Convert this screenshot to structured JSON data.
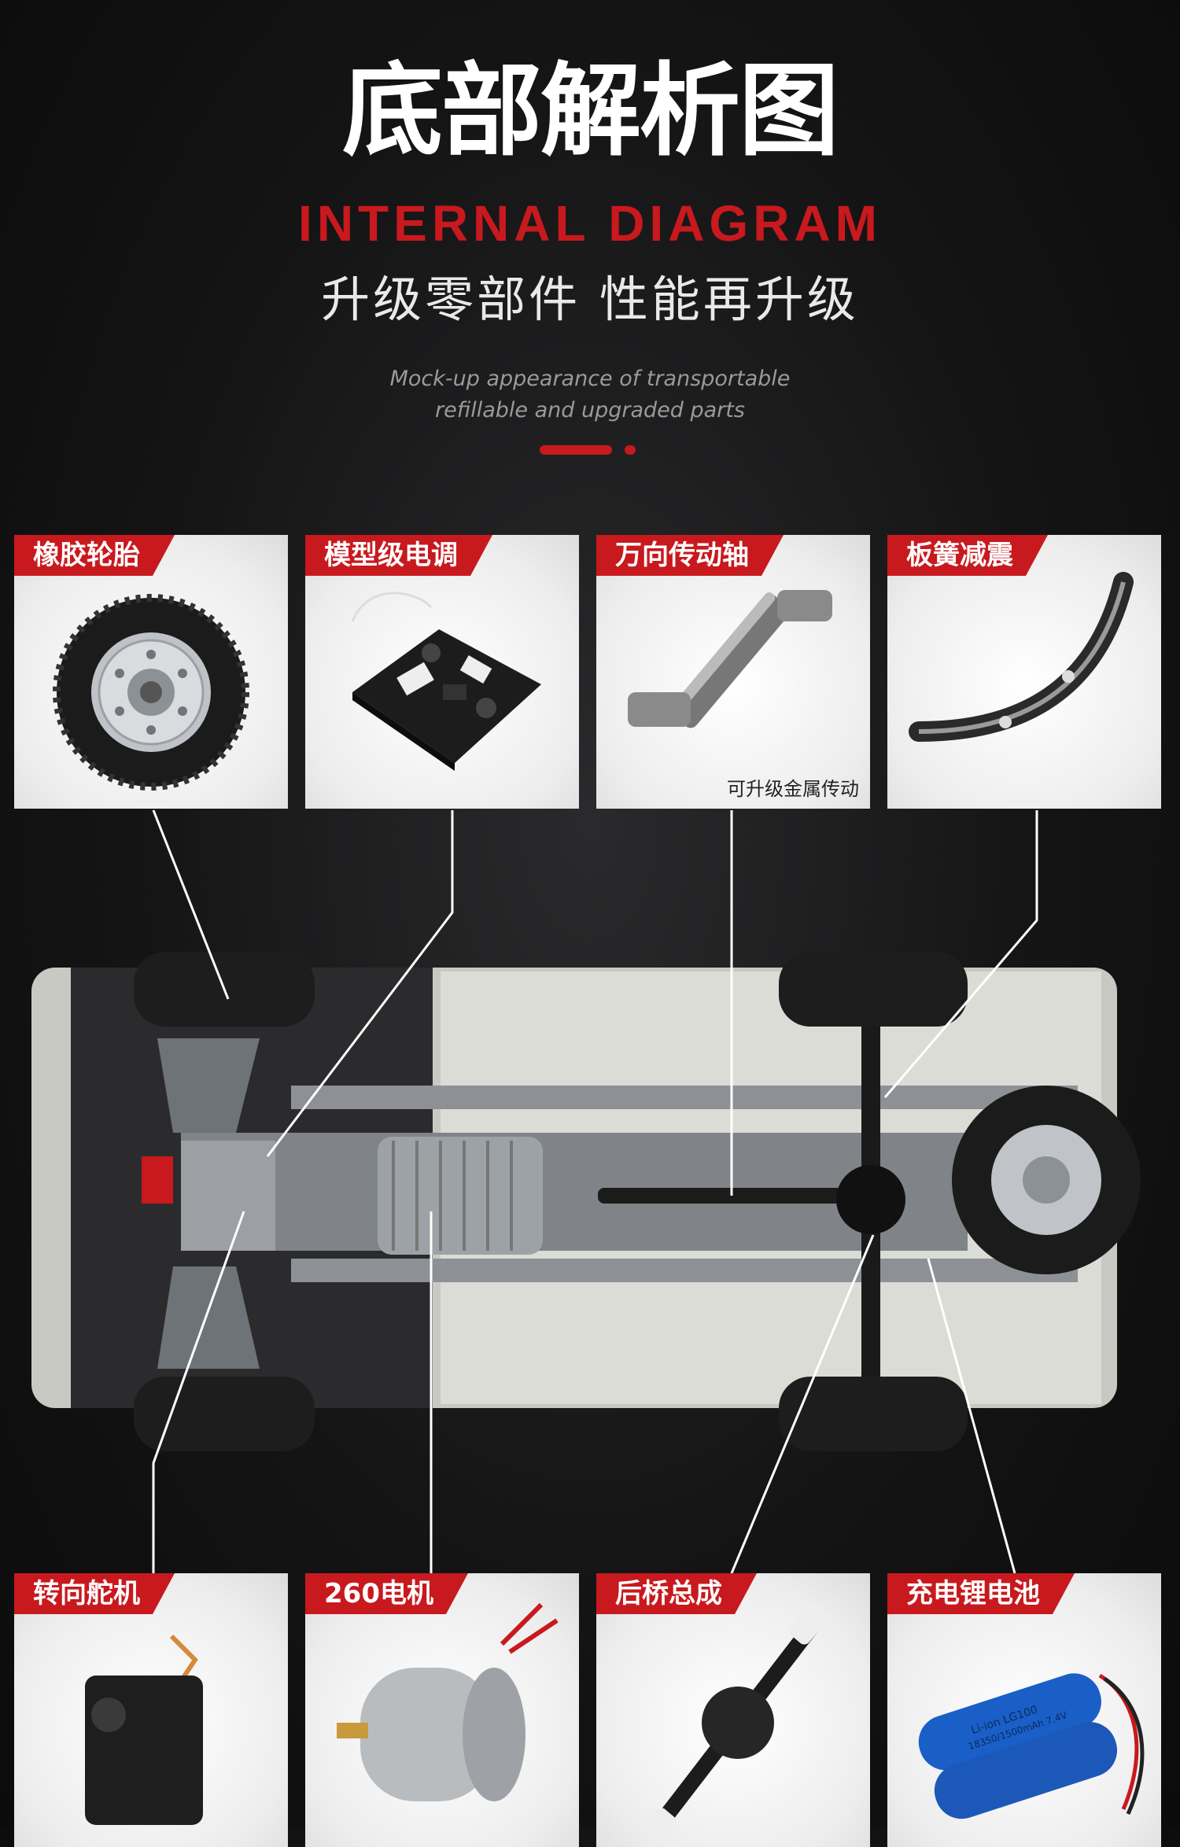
{
  "header": {
    "title_cn": "底部解析图",
    "title_en": "INTERNAL DIAGRAM",
    "subtitle_cn": "升级零部件 性能再升级",
    "desc_en_line1": "Mock-up appearance of transportable",
    "desc_en_line2": "refillable and upgraded parts"
  },
  "colors": {
    "accent": "#c8191e",
    "background": "#141415",
    "card_bg": "#ededed"
  },
  "top_parts": [
    {
      "label": "橡胶轮胎",
      "icon": "tire-icon"
    },
    {
      "label": "模型级电调",
      "icon": "esc-board-icon"
    },
    {
      "label": "万向传动轴",
      "icon": "drive-shaft-icon",
      "note": "可升级金属传动"
    },
    {
      "label": "板簧减震",
      "icon": "leaf-spring-icon"
    }
  ],
  "bottom_parts": [
    {
      "label": "转向舵机",
      "icon": "servo-icon"
    },
    {
      "label": "260电机",
      "icon": "motor-icon"
    },
    {
      "label": "后桥总成",
      "icon": "rear-axle-icon"
    },
    {
      "label": "充电锂电池",
      "icon": "battery-icon"
    }
  ],
  "battery_print": {
    "line1": "Li-ion LG100",
    "line2": "18350/1500mAh 7.4V"
  }
}
